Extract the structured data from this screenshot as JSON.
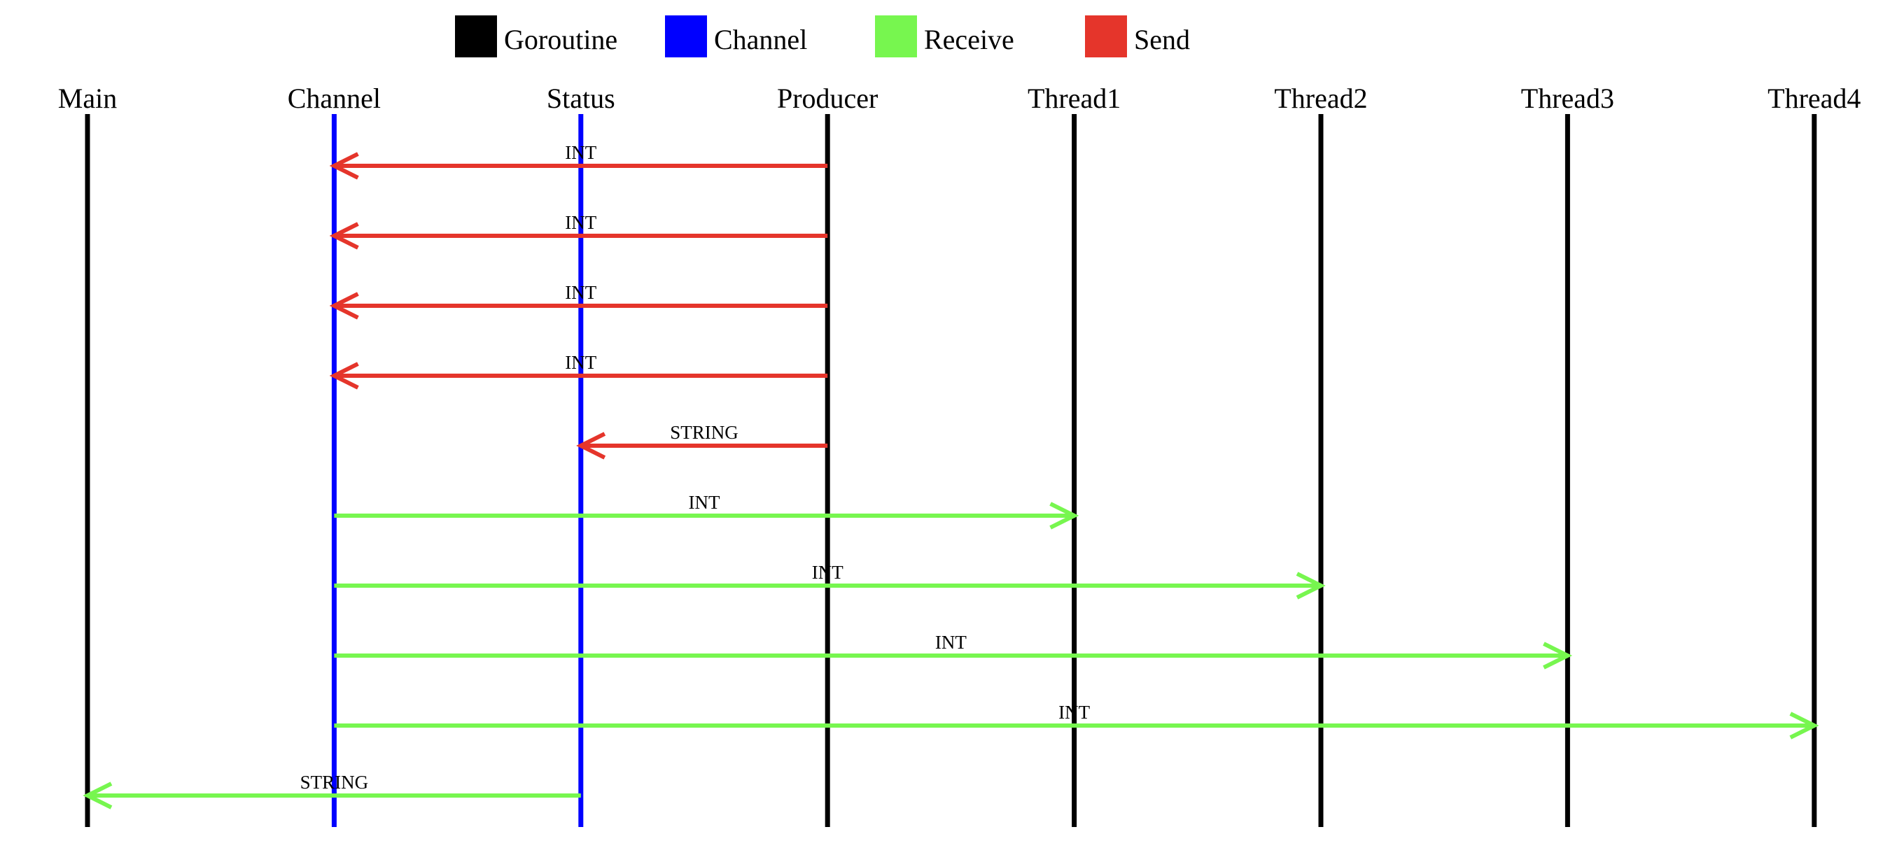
{
  "legend": [
    {
      "label": "Goroutine",
      "color": "#000000"
    },
    {
      "label": "Channel",
      "color": "#0000ff"
    },
    {
      "label": "Receive",
      "color": "#77f64f"
    },
    {
      "label": "Send",
      "color": "#e5352b"
    }
  ],
  "lanes": [
    {
      "label": "Main",
      "kind": "goroutine"
    },
    {
      "label": "Channel",
      "kind": "channel"
    },
    {
      "label": "Status",
      "kind": "channel"
    },
    {
      "label": "Producer",
      "kind": "goroutine"
    },
    {
      "label": "Thread1",
      "kind": "goroutine"
    },
    {
      "label": "Thread2",
      "kind": "goroutine"
    },
    {
      "label": "Thread3",
      "kind": "goroutine"
    },
    {
      "label": "Thread4",
      "kind": "goroutine"
    }
  ],
  "messages": [
    {
      "from": "Producer",
      "to": "Channel",
      "label": "INT",
      "type": "send"
    },
    {
      "from": "Producer",
      "to": "Channel",
      "label": "INT",
      "type": "send"
    },
    {
      "from": "Producer",
      "to": "Channel",
      "label": "INT",
      "type": "send"
    },
    {
      "from": "Producer",
      "to": "Channel",
      "label": "INT",
      "type": "send"
    },
    {
      "from": "Producer",
      "to": "Status",
      "label": "STRING",
      "type": "send"
    },
    {
      "from": "Channel",
      "to": "Thread1",
      "label": "INT",
      "type": "receive"
    },
    {
      "from": "Channel",
      "to": "Thread2",
      "label": "INT",
      "type": "receive"
    },
    {
      "from": "Channel",
      "to": "Thread3",
      "label": "INT",
      "type": "receive"
    },
    {
      "from": "Channel",
      "to": "Thread4",
      "label": "INT",
      "type": "receive"
    },
    {
      "from": "Status",
      "to": "Main",
      "label": "STRING",
      "type": "receive"
    }
  ]
}
